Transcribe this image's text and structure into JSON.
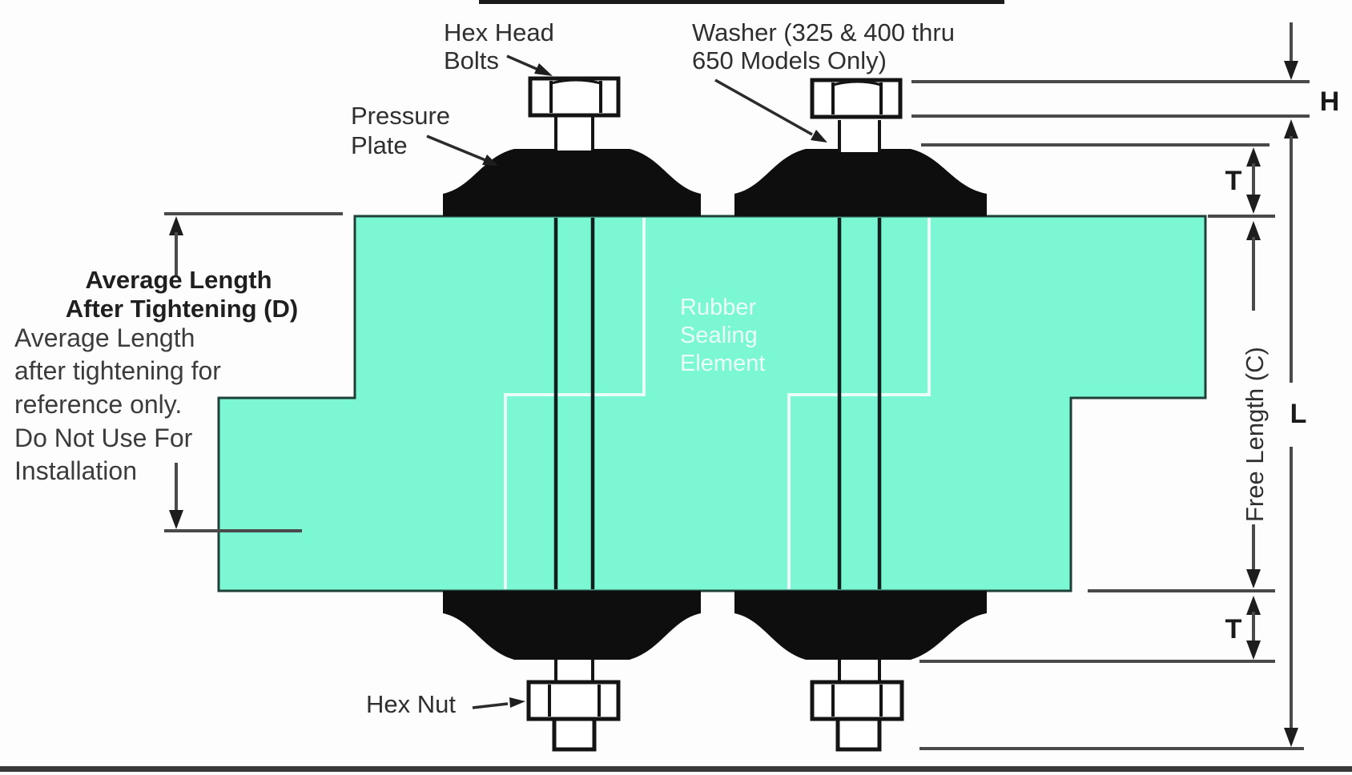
{
  "callouts": {
    "hex_head_bolts": {
      "line1": "Hex Head",
      "line2": "Bolts"
    },
    "washer": {
      "line1": "Washer (325 & 400 thru",
      "line2": "650 Models Only)"
    },
    "pressure_plate": {
      "line1": "Pressure",
      "line2": "Plate"
    },
    "rubber_sealing_element": {
      "line1": "Rubber",
      "line2": "Sealing",
      "line3": "Element"
    },
    "hex_nut": {
      "label": "Hex Nut"
    }
  },
  "note": {
    "heading_line1": "Average Length",
    "heading_line2": "After Tightening (D)",
    "body_line1": "Average Length",
    "body_line2": "after tightening for",
    "body_line3": "reference only.",
    "body_line4": "Do Not Use For",
    "body_line5": "Installation"
  },
  "dimensions": {
    "head_height": "H",
    "bolt_length": "L",
    "plate_thickness_top": "T",
    "plate_thickness_bottom": "T",
    "free_length": "Free Length (C)"
  },
  "colors": {
    "rubber": "#7cf7d4",
    "rubber_stroke": "#1f4038",
    "plate": "#0e0e0e",
    "dim_line": "#4a4a4a",
    "label_text": "#2f2f2f"
  }
}
